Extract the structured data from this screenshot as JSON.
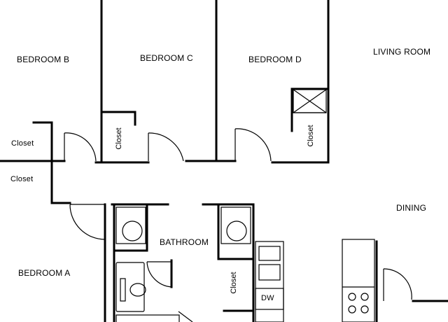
{
  "rooms": {
    "bedroom_a": "BEDROOM A",
    "bedroom_b": "BEDROOM B",
    "bedroom_c": "BEDROOM C",
    "bedroom_d": "BEDROOM D",
    "living_room": "LIVING ROOM",
    "dining": "DINING",
    "bathroom": "BATHROOM"
  },
  "closets": {
    "closet_b_top": "Closet",
    "closet_b_bottom": "Closet",
    "closet_c": "Closet",
    "closet_d": "Closet",
    "closet_hall": "Closet"
  },
  "fixtures": {
    "dishwasher": "DW"
  }
}
